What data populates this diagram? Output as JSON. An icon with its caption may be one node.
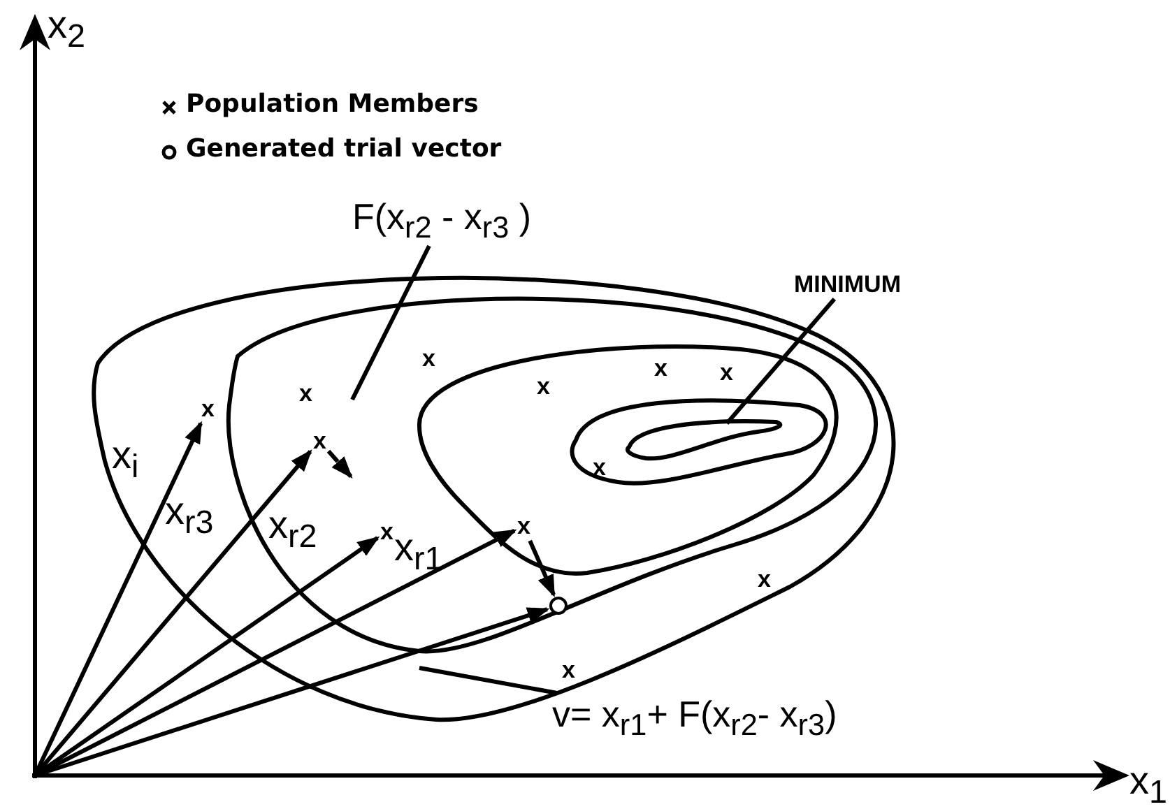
{
  "diagram": {
    "nodes": [
      {
        "text": [
          "x"
        ]
      },
      {
        "text": [
          "x"
        ]
      },
      {
        "text": [
          "x"
        ]
      },
      {
        "text": [
          "x"
        ]
      },
      {
        "text": [],
        "shape": "circle"
      },
      {
        "text": [
          "F(x$_{r}$$_{2}$ - x$_{r}$$_{3}$ )"
        ]
      },
      {
        "text": [
          "MINIMUM"
        ]
      },
      {
        "text": [
          "v= x$_{r}$$_{1}$+ F(x$_{r}$$_{2}$- x$_{r}$$_{3}$)"
        ]
      }
    ],
    "edges": [
      {
        "from": null,
        "to": 0,
        "arrow": "to",
        "label": "x$_{i}$"
      },
      {
        "from": null,
        "to": 1,
        "arrow": "to",
        "label": "x$_{r}$$_{3}$"
      },
      {
        "from": null,
        "to": 2,
        "arrow": "to",
        "label": "x$_{r}$$_{2}$"
      },
      {
        "from": null,
        "to": 3,
        "arrow": "to",
        "label": "x$_{r}$$_{1}$"
      },
      {
        "from": null,
        "to": 4,
        "arrow": "to"
      },
      {
        "from": 1,
        "to": null,
        "arrow": "to",
        "style": "dashed"
      },
      {
        "from": 3,
        "to": 4,
        "arrow": "to"
      },
      {
        "from": 5,
        "to": null,
        "arrow": "none"
      },
      {
        "from": 6,
        "to": null,
        "arrow": "none"
      },
      {
        "from": 7,
        "to": null,
        "arrow": "none"
      }
    ],
    "labels": [
      "x$_{2}$",
      "x",
      "x",
      "x",
      "x",
      "x",
      "x",
      "x",
      "x",
      "x$_{1}$"
    ],
    "legend": [
      {
        "text": "Population Members"
      },
      {
        "text": "Generated trial vector"
      }
    ]
  }
}
